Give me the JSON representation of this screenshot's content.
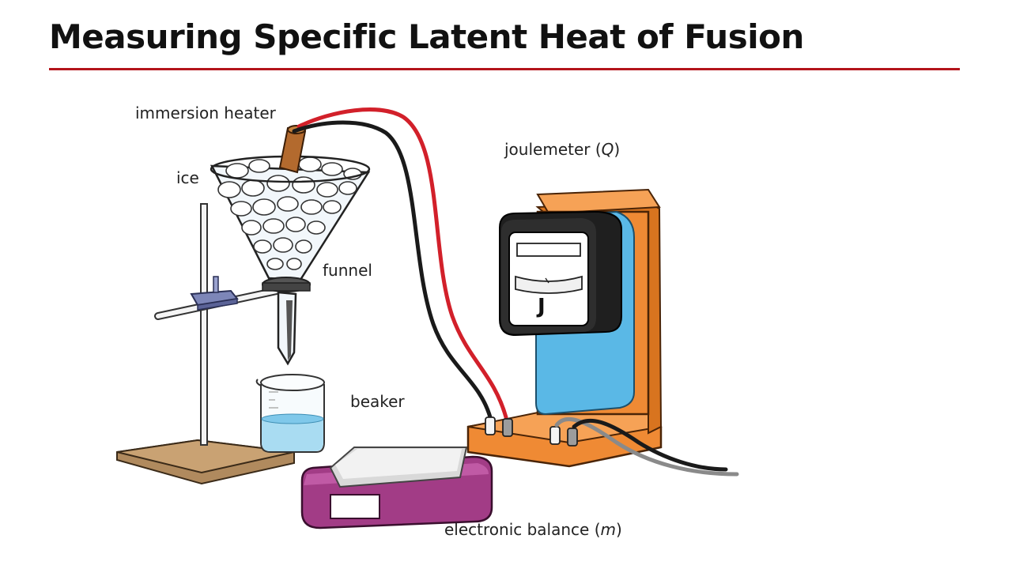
{
  "title": "Measuring Specific Latent Heat of Fusion",
  "labels": {
    "immersion_heater": "immersion heater",
    "ice": "ice",
    "funnel": "funnel",
    "beaker": "beaker",
    "joulemeter": "joulemeter",
    "joulemeter_symbol": "Q",
    "balance": "electronic balance",
    "balance_symbol": "m",
    "meter_unit": "J"
  },
  "colors": {
    "accent_rule": "#b3141b",
    "red_wire": "#d2202a",
    "black_wire": "#1a1a1a",
    "stand_base": "#b08a5e",
    "balance_body": "#a23c86",
    "joulemeter_board": "#ef8a34",
    "joulemeter_panel": "#5ab8e6",
    "water": "#a9dcf2"
  },
  "icons": {
    "heater": "heater-rod-icon",
    "meter": "joulemeter-icon"
  }
}
